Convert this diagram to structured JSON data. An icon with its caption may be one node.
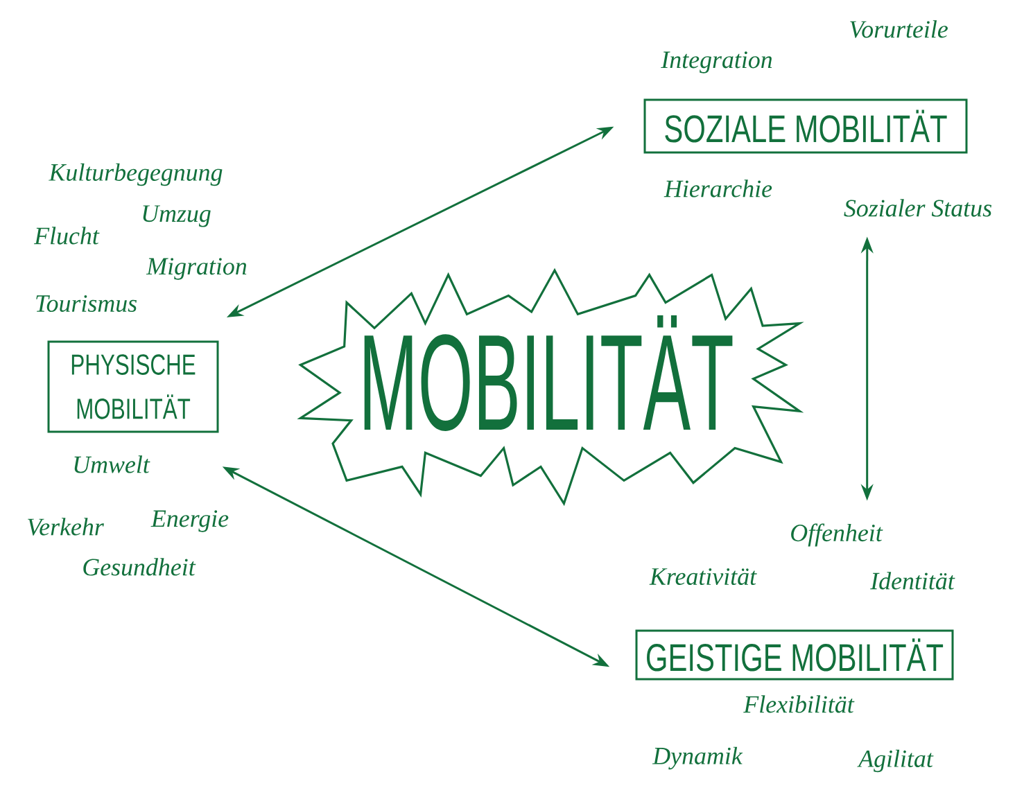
{
  "diagram": {
    "nodes": [
      {
        "text": [
          "MOBILITÄT"
        ]
      },
      {
        "text": [
          "SOZIALE MOBILITÄT"
        ],
        "beside": [
          "Vorurteile",
          "Integration",
          "Hierarchie",
          "Sozialer Status"
        ]
      },
      {
        "text": [
          "PHYSISCHE MOBILITÄT"
        ],
        "beside": [
          "Kulturbegegnung",
          "Umzug",
          "Flucht",
          "Migration",
          "Tourismus",
          "Umwelt",
          "Verkehr",
          "Energie",
          "Gesundheit"
        ]
      },
      {
        "text": [
          "GEISTIGE MOBILITÄT"
        ],
        "beside": [
          "Offenheit",
          "Kreativität",
          "Identität",
          "Flexibilität",
          "Dynamik",
          "Agilitat"
        ]
      }
    ],
    "edges": [
      {
        "from": 2,
        "to": 1,
        "arrow": "both"
      },
      {
        "from": 2,
        "to": 3,
        "arrow": "both"
      },
      {
        "from": 1,
        "to": 3,
        "arrow": "both"
      }
    ]
  }
}
